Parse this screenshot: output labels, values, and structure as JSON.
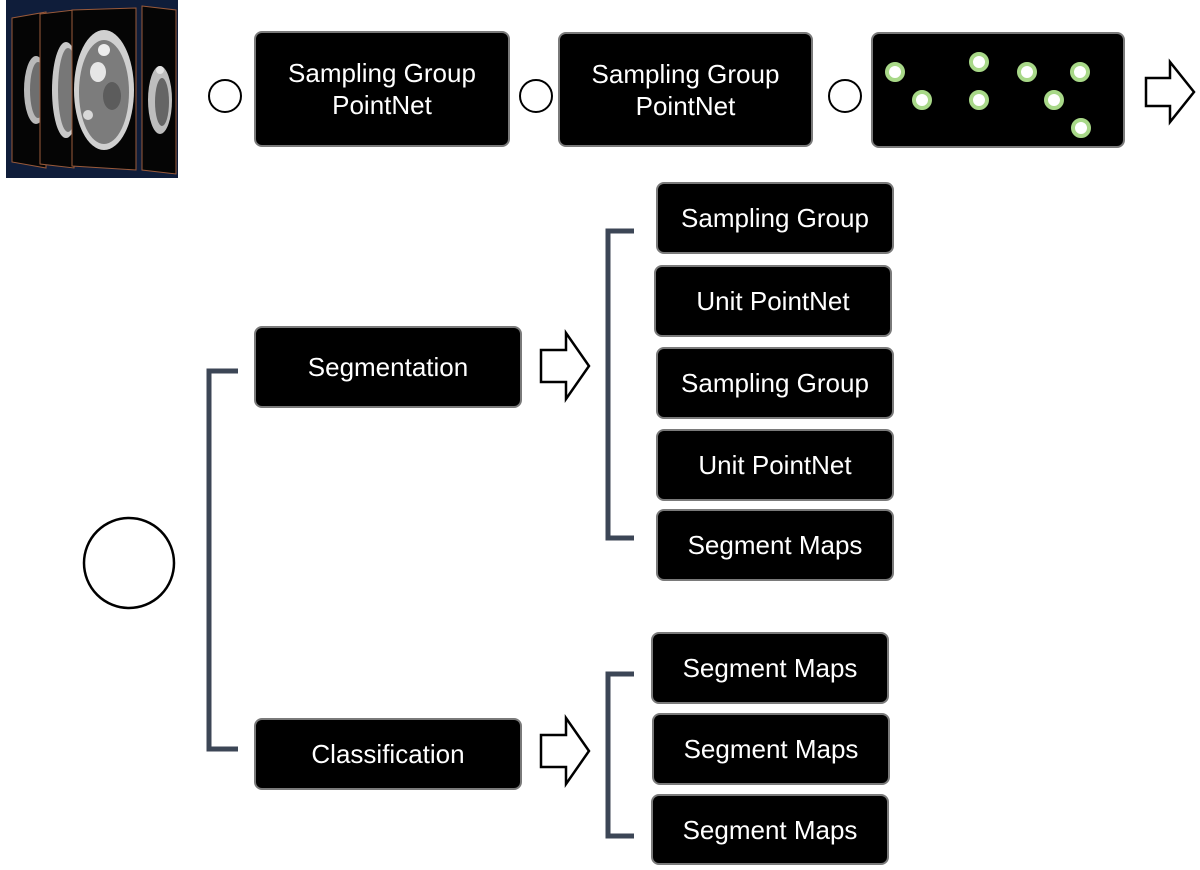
{
  "colors": {
    "box_fill": "#000000",
    "box_border": "#7a7a7a",
    "bracket": "#3c4656",
    "point_fill": "#ffffff",
    "point_ring": "#a8d888",
    "ct_background": "#0f1d3a"
  },
  "top_row": {
    "image": "ct-scan-slices-image",
    "boxes": [
      {
        "lines": [
          "Sampling Group",
          "PointNet"
        ]
      },
      {
        "lines": [
          "Sampling Group",
          "PointNet"
        ]
      }
    ],
    "point_set_points": 8
  },
  "branches": {
    "segmentation": {
      "label": "Segmentation",
      "steps": [
        "Sampling Group",
        "Unit PointNet",
        "Sampling Group",
        "Unit PointNet",
        "Segment Maps"
      ]
    },
    "classification": {
      "label": "Classification",
      "steps": [
        "Segment Maps",
        "Segment Maps",
        "Segment Maps"
      ]
    }
  }
}
